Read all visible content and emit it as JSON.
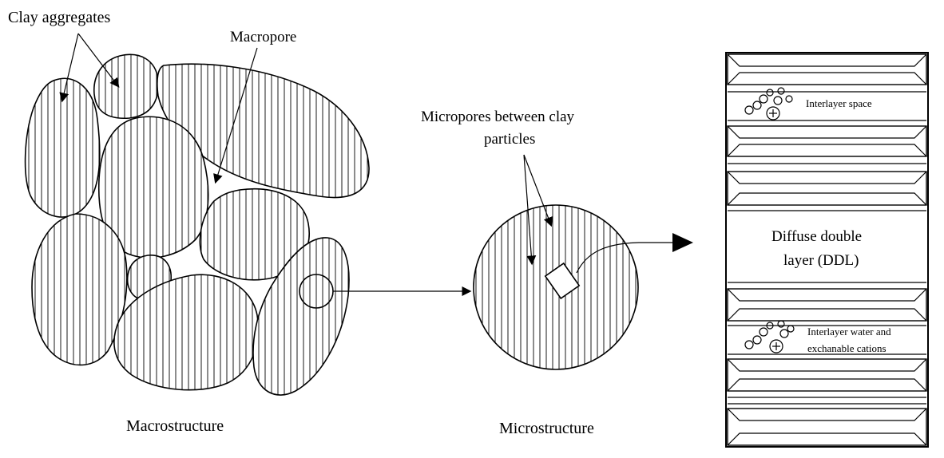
{
  "labels": {
    "clay_aggregates": "Clay aggregates",
    "macropore": "Macropore",
    "micropores_line1": "Micropores between clay",
    "micropores_line2": "particles",
    "macrostructure": "Macrostructure",
    "microstructure": "Microstructure",
    "interlayer_space": "Interlayer space",
    "ddl_line1": "Diffuse double",
    "ddl_line2": "layer (DDL)",
    "interlayer_water_line1": "Interlayer water and",
    "interlayer_water_line2": "exchanable cations"
  },
  "icons": {
    "cation": "plus-in-circle"
  }
}
